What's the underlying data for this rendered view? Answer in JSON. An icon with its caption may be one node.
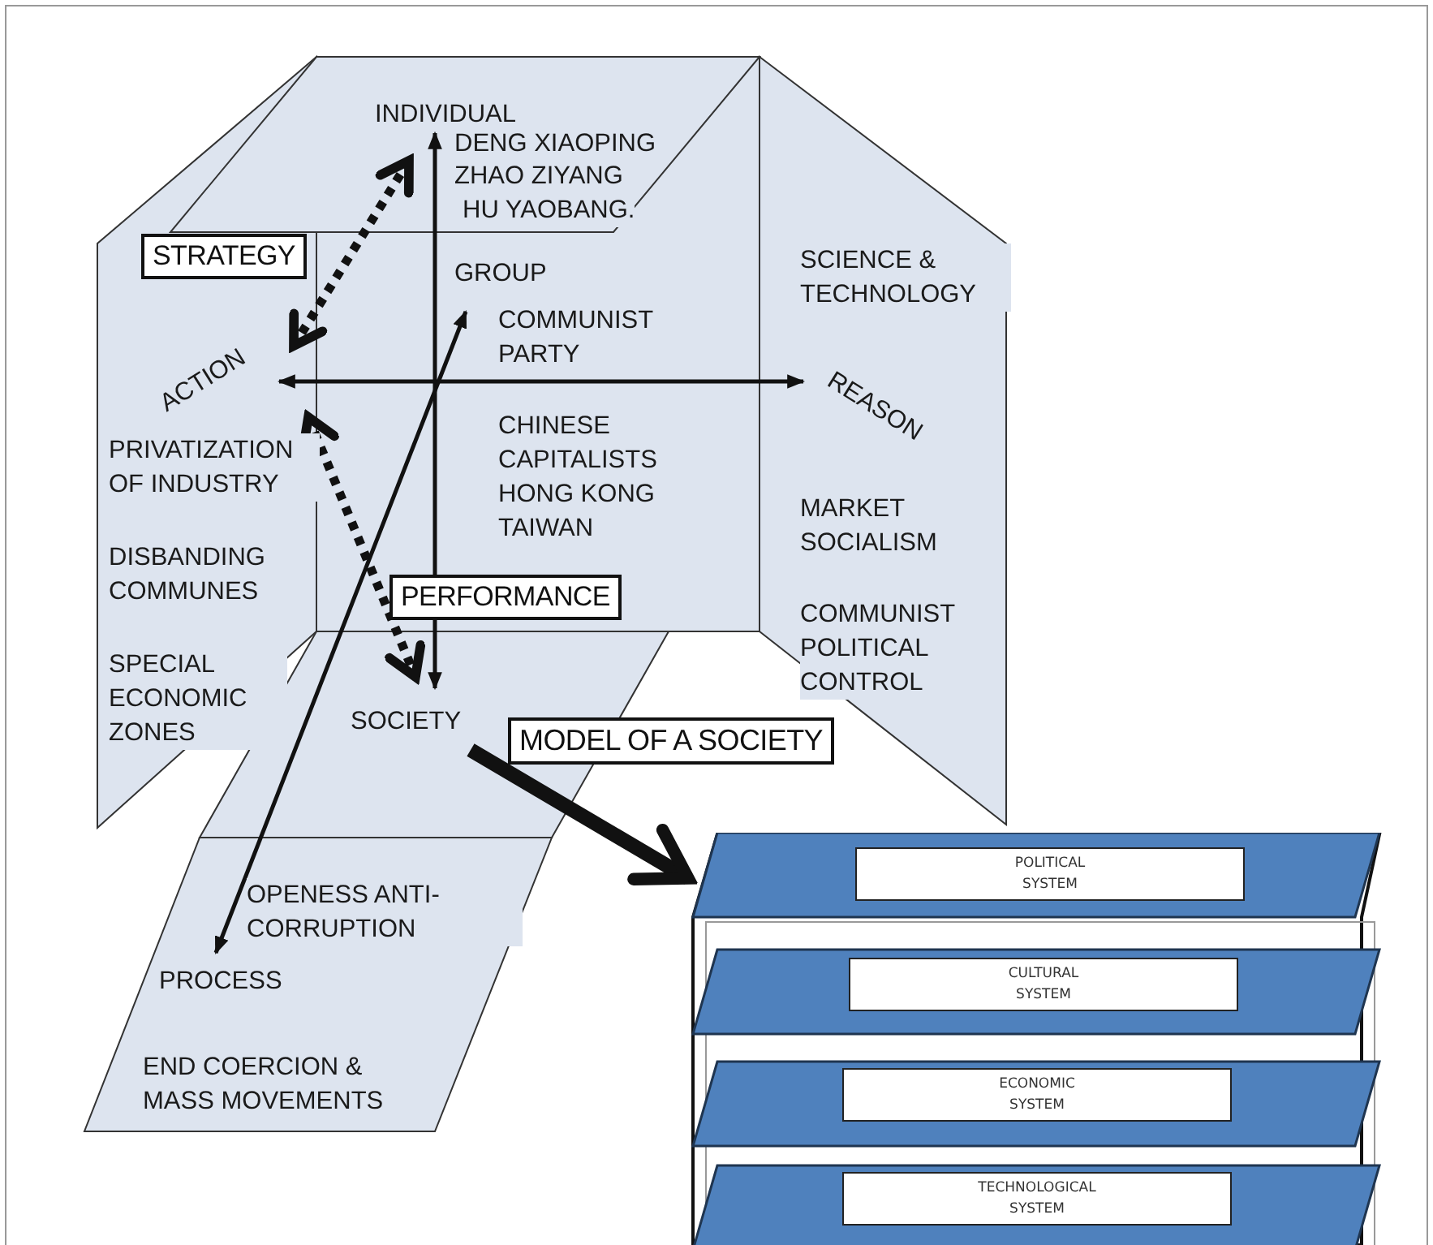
{
  "diagram": {
    "nodes": [
      {
        "text": [
          "INDIVIDUAL"
        ]
      },
      {
        "text": [
          "GROUP"
        ]
      },
      {
        "text": [
          "ACTION"
        ]
      },
      {
        "text": [
          "REASON"
        ]
      },
      {
        "text": [
          "SOCIETY"
        ]
      },
      {
        "text": [
          "PROCESS"
        ]
      },
      {
        "text": [],
        "shape": "box"
      },
      {
        "text": [
          "POLITICAL SYSTEM"
        ],
        "in": 6
      },
      {
        "text": [
          "CULTURAL SYSTEM"
        ],
        "in": 6
      },
      {
        "text": [
          "ECONOMIC SYSTEM"
        ],
        "in": 6
      },
      {
        "text": [
          "TECHNOLOGICAL SYSTEM"
        ],
        "in": 6
      }
    ],
    "edges": [
      {
        "from": 0,
        "to": 4,
        "arrow": "both"
      },
      {
        "from": 2,
        "to": 3,
        "arrow": "both"
      },
      {
        "from": 5,
        "to": 1,
        "arrow": "both"
      },
      {
        "from": 0,
        "to": 2,
        "arrow": "both",
        "style": "dashed",
        "label": "STRATEGY"
      },
      {
        "from": 2,
        "to": 4,
        "arrow": "both",
        "style": "dashed",
        "label": "PERFORMANCE"
      },
      {
        "from": 4,
        "to": 6,
        "arrow": "to",
        "style": "thick",
        "label": "MODEL OF A SOCIETY"
      }
    ],
    "labels": [
      "DENG XIAOPING",
      "ZHAO ZIYANG",
      "HU YAOBANG.",
      "SCIENCE & TECHNOLOGY",
      "COMMUNIST PARTY",
      "CHINESE CAPITALISTS HONG KONG TAIWAN",
      "PRIVATIZATION OF INDUSTRY",
      "MARKET SOCIALISM",
      "DISBANDING COMMUNES",
      "COMMUNIST POLITICAL CONTROL",
      "SPECIAL ECONOMIC ZONES",
      "OPENESS ANTI-CORRUPTION",
      "END COERCION & MASS MOVEMENTS"
    ]
  }
}
